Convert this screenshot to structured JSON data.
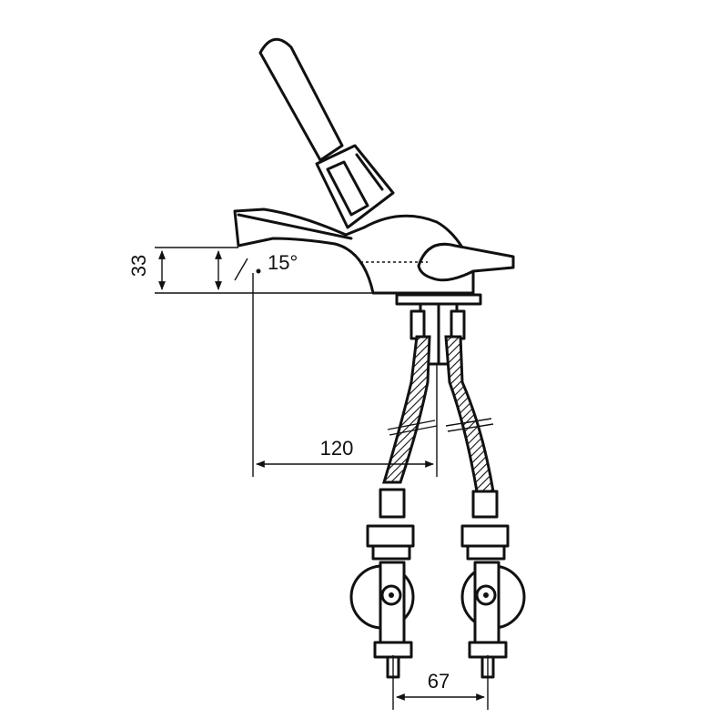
{
  "dimensions": {
    "height": "33",
    "angle": "15°",
    "reach": "120",
    "spacing": "67"
  }
}
